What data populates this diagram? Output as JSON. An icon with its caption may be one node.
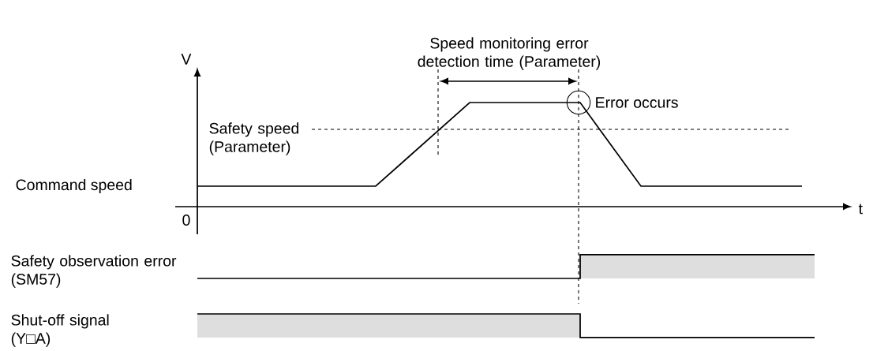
{
  "diagram": {
    "labels": [
      "V",
      "Speed monitoring error detection time (Parameter)",
      "Error occurs",
      "Safety speed (Parameter)",
      "Command speed",
      "0",
      "t",
      "Safety observation error (SM57)",
      "Shut-off signal (Y□A)"
    ]
  }
}
